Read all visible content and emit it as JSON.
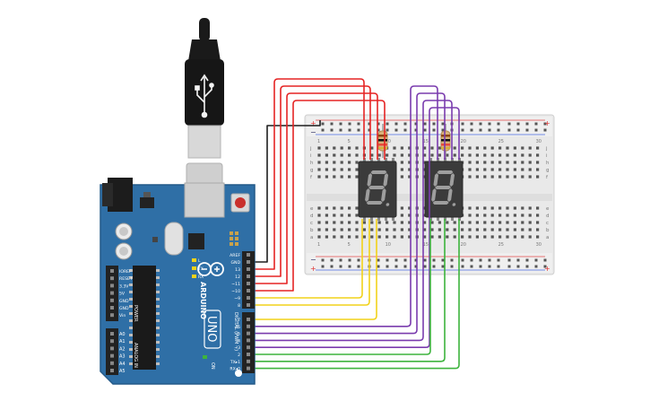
{
  "arduino": {
    "brand": "ARDUINO",
    "model": "UNO",
    "power_header_title": "POWER",
    "analog_header_title": "ANALOG IN",
    "digital_header_title": "DIGITAL (PWM ~)",
    "on_label": "ON",
    "led_labels": [
      "L",
      "TX",
      "RX"
    ],
    "power_pins": [
      "IOREF",
      "RESET",
      "3.3V",
      "5V",
      "GND",
      "GND",
      "Vin"
    ],
    "analog_pins": [
      "A0",
      "A1",
      "A2",
      "A3",
      "A4",
      "A5"
    ],
    "digital_pins": [
      "AREF",
      "GND",
      "13",
      "12",
      "~11",
      "~10",
      "~9",
      "8",
      "7",
      "~6",
      "~5",
      "4",
      "~3",
      "2",
      "TX▸1",
      "RX◂0"
    ]
  },
  "breadboard": {
    "columns_top": [
      "1",
      "5",
      "10",
      "15",
      "20",
      "25",
      "30"
    ],
    "row_letters_top": [
      "j",
      "i",
      "h",
      "g",
      "f"
    ],
    "row_letters_bottom": [
      "e",
      "d",
      "c",
      "b",
      "a"
    ],
    "rail_plus": "+",
    "rail_minus": "−"
  },
  "displays": [
    {
      "digit": "8",
      "name": "seven-segment-left"
    },
    {
      "digit": "8",
      "name": "seven-segment-right"
    }
  ],
  "colors": {
    "board": "#2f6fa6",
    "board_edge": "#245a89",
    "wire_red": "#e52424",
    "wire_yellow": "#f2d21a",
    "wire_purple": "#7a3cae",
    "wire_green": "#3db43d",
    "wire_black": "#1f1f1f",
    "breadboard": "#ececec",
    "display": "#3a3a3a"
  }
}
